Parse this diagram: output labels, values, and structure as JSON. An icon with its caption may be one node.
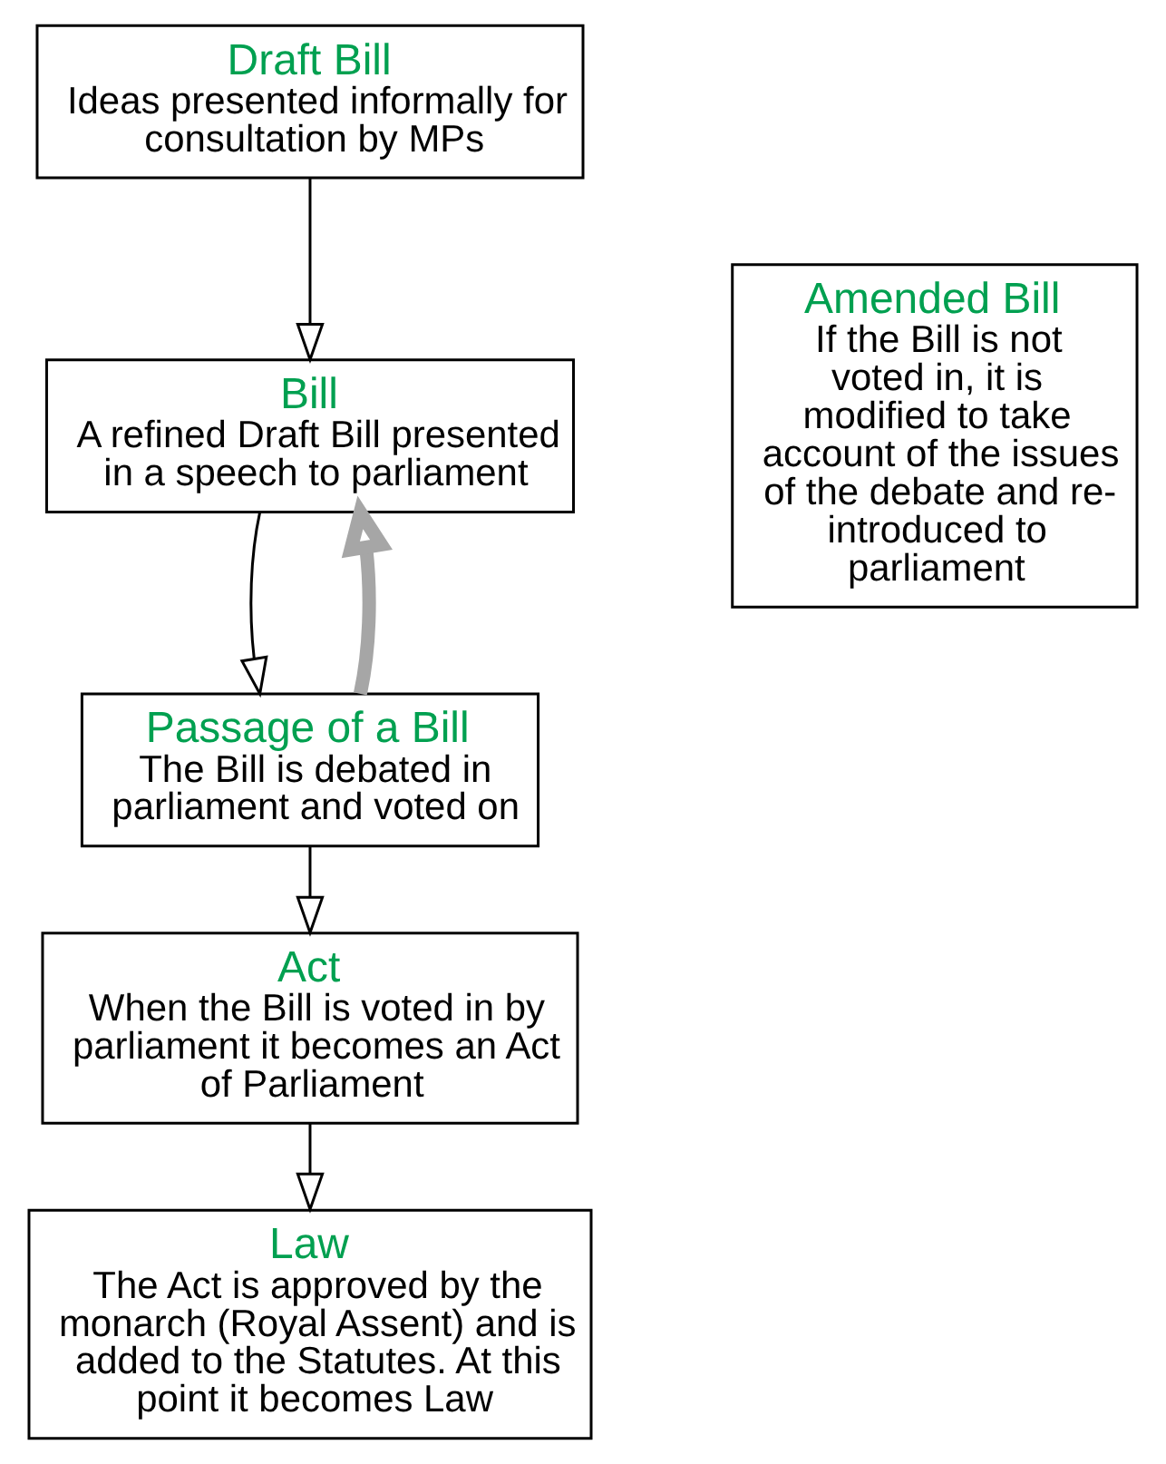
{
  "diagram": {
    "nodes": [
      {
        "text": [
          "Draft Bill",
          "Ideas presented informally for consultation by MPs"
        ]
      },
      {
        "text": [
          "Bill",
          "A refined Draft Bill presented in a speech to parliament"
        ]
      },
      {
        "text": [
          "Passage of a Bill",
          "The Bill is debated in parliament and voted on"
        ]
      },
      {
        "text": [
          "Act",
          "When the Bill is voted in by parliament it becomes an Act of Parliament"
        ]
      },
      {
        "text": [
          "Law",
          "The Act is approved by the monarch (Royal Assent) and is added to the Statutes. At this point it becomes Law"
        ]
      },
      {
        "text": [
          "Amended Bill",
          "If the Bill is not voted in, it is modified to take account of the issues of the debate and re-introduced to parliament"
        ]
      }
    ],
    "edges": [
      {
        "from": 0,
        "to": 1,
        "arrow": "to"
      },
      {
        "from": 1,
        "to": 2,
        "arrow": "to"
      },
      {
        "from": 2,
        "to": 3,
        "arrow": "to"
      },
      {
        "from": 3,
        "to": 4,
        "arrow": "to"
      },
      {
        "from": 2,
        "to": 1,
        "arrow": "to",
        "style": "thick",
        "color": "#a6a6a6"
      }
    ]
  }
}
